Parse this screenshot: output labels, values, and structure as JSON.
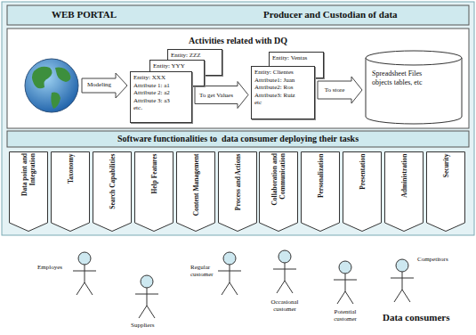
{
  "diagram": {
    "title": "WEB PORTAL",
    "nodes": [
      {
        "text": [
          "Activities related with DQ"
        ]
      },
      {
        "text": [
          "Entity: ZZZ"
        ],
        "in": 0
      },
      {
        "text": [
          "Entity: YYY"
        ],
        "in": 0
      },
      {
        "text": [
          "Entity: XXX",
          "Attribute 1: a1",
          "Attribute 2: a2",
          "Attribute 3: a3",
          "etc."
        ],
        "in": 0
      },
      {
        "text": [
          "Entity: Ventas"
        ],
        "in": 0
      },
      {
        "text": [
          "Entity: Clientes",
          "Attribute1: Juan",
          "Attribute2: Ros",
          "Attribute3: Ruiz",
          "etc"
        ],
        "in": 0
      },
      {
        "text": [
          "Spreadsheet Files objects tables, etc"
        ],
        "in": 0
      },
      {
        "text": [
          "Software functionalities to  data consumer deploying their tasks"
        ]
      },
      {
        "text": [
          "Data point and Integration"
        ]
      },
      {
        "text": [
          "Taxonomy"
        ]
      },
      {
        "text": [
          "Search Capabilities"
        ]
      },
      {
        "text": [
          "Help Features"
        ]
      },
      {
        "text": [
          "Content Management"
        ]
      },
      {
        "text": [
          "Process and Actions"
        ]
      },
      {
        "text": [
          "Collaboration and Communication"
        ]
      },
      {
        "text": [
          "Personalization"
        ]
      },
      {
        "text": [
          "Presentation"
        ]
      },
      {
        "text": [
          "Administration"
        ]
      },
      {
        "text": [
          "Security"
        ]
      }
    ],
    "edges": [
      {
        "from": 3,
        "to": 5,
        "label": "To get Values",
        "arrow": "to"
      },
      {
        "from": 5,
        "to": 6,
        "label": "To store",
        "arrow": "to"
      }
    ],
    "labels": [
      "Producer and Custodian of data",
      "Modeling",
      "Employes",
      "Suppliers",
      "Regular customer",
      "Occasional customer",
      "Potential customer",
      "Competitors",
      "Data consumers"
    ]
  }
}
